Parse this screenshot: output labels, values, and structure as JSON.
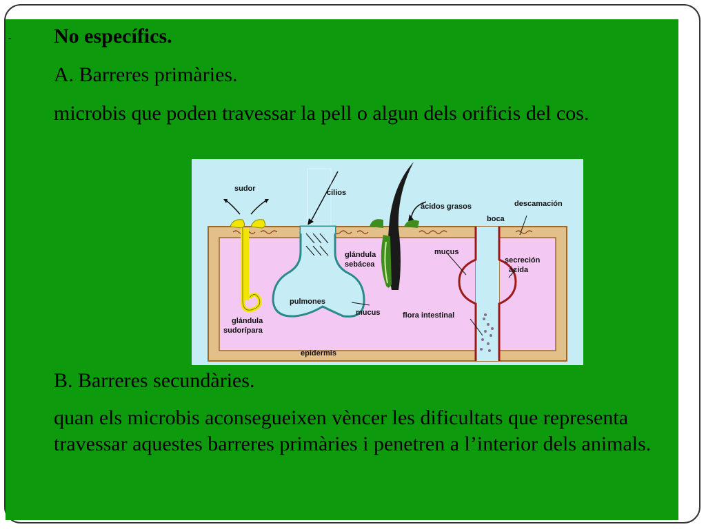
{
  "slide": {
    "bullet": "-",
    "heading": "No específics.",
    "section_a": "A. Barreres primàries.",
    "section_a_text": "microbis que poden travessar la pell o algun dels orificis del cos.",
    "section_b": "B. Barreres secundàries.",
    "section_b_text": "quan els microbis aconsegueixen vèncer les dificultats que representa travessar aquestes barreres primàries i penetren a l’interior dels animals."
  },
  "diagram": {
    "labels": {
      "sudor": "sudor",
      "cilios": "cilios",
      "acidos_grasos": "ácidos grasos",
      "descamacion": "descamación",
      "boca": "boca",
      "glandula_sebacea_1": "glándula",
      "glandula_sebacea_2": "sebácea",
      "mucus_top": "mucus",
      "secrecion_1": "secreción",
      "secrecion_2": "ácida",
      "pulmones": "pulmones",
      "mucus_bottom": "mucus",
      "flora_intestinal": "flora intestinal",
      "glandula_sudoripara_1": "glándula",
      "glandula_sudoripara_2": "sudorípara",
      "epidermis": "epidermis"
    },
    "colors": {
      "background": "#c6ecf5",
      "skin": "#e3c08a",
      "interior": "#f3c8f2",
      "wall": "#9b1b1b",
      "gland": "#f2e600",
      "sebaceous": "#3f8c1f",
      "lung_outline": "#2a8a8a"
    }
  }
}
